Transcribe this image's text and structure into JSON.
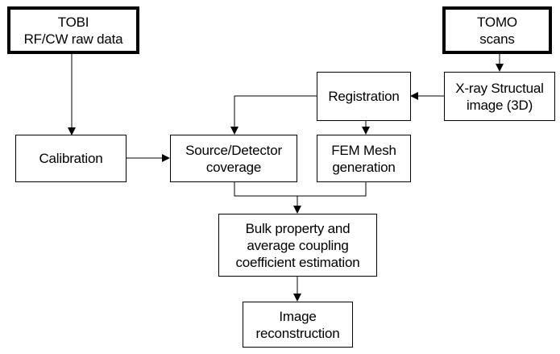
{
  "nodes": {
    "tobi": {
      "lines": [
        "TOBI",
        "RF/CW raw data"
      ]
    },
    "tomo": {
      "lines": [
        "TOMO",
        "scans"
      ]
    },
    "registration": {
      "lines": [
        "Registration"
      ]
    },
    "xray": {
      "lines": [
        "X-ray Structual",
        "image (3D)"
      ]
    },
    "calibration": {
      "lines": [
        "Calibration"
      ]
    },
    "source_detector": {
      "lines": [
        "Source/Detector",
        "coverage"
      ]
    },
    "fem_mesh": {
      "lines": [
        "FEM Mesh",
        "generation"
      ]
    },
    "bulk_property": {
      "lines": [
        "Bulk property and",
        "average coupling",
        "coefficient estimation"
      ]
    },
    "image_reconstruction": {
      "lines": [
        "Image",
        "reconstruction"
      ]
    }
  },
  "edges": [
    {
      "from": "tobi",
      "to": "calibration"
    },
    {
      "from": "tomo",
      "to": "xray"
    },
    {
      "from": "xray",
      "to": "registration"
    },
    {
      "from": "registration",
      "to": "source_detector"
    },
    {
      "from": "registration",
      "to": "fem_mesh"
    },
    {
      "from": "calibration",
      "to": "source_detector"
    },
    {
      "from": "source_detector",
      "to": "bulk_property"
    },
    {
      "from": "fem_mesh",
      "to": "bulk_property"
    },
    {
      "from": "bulk_property",
      "to": "image_reconstruction"
    }
  ],
  "colors": {
    "stroke": "#000000",
    "background": "#ffffff"
  }
}
